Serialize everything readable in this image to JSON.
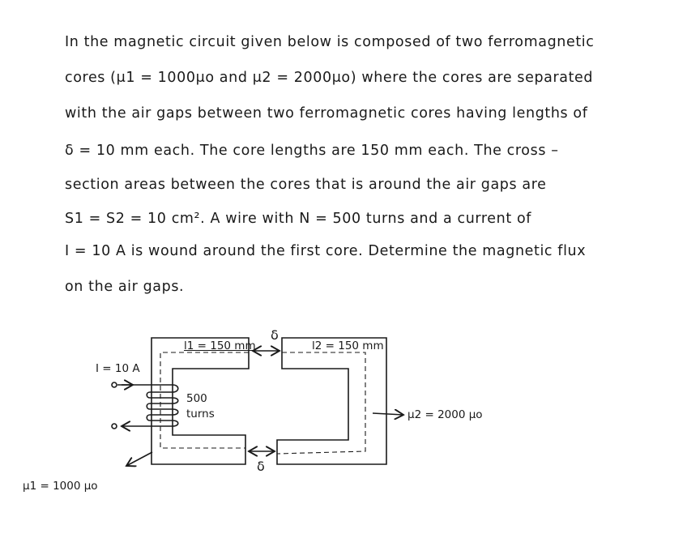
{
  "problem": {
    "lines": [
      "In the magnetic circuit given below is composed of two ferromagnetic",
      "cores (μ1 = 1000μo and μ2 = 2000μo) where the cores are separated",
      "with the air gaps between two ferromagnetic cores having lengths of",
      "δ = 10 mm each. The core lengths are 150 mm each. The cross –",
      "section areas between the cores that is around the air gaps are",
      "S1 = S2 = 10 cm². A wire with N = 500 turns and a current of",
      "I = 10 A is wound around the first core. Determine the magnetic flux",
      "on the air gaps."
    ]
  },
  "diagram": {
    "l1_label": "l1 = 150 mm",
    "l2_label": "l2 = 150 mm",
    "gap_top": "δ",
    "gap_bottom": "δ",
    "current": "I = 10 A",
    "turns_number": "500",
    "turns_word": "turns",
    "mu2": "μ2 = 2000 μo",
    "mu1": "μ1 = 1000 μo"
  }
}
